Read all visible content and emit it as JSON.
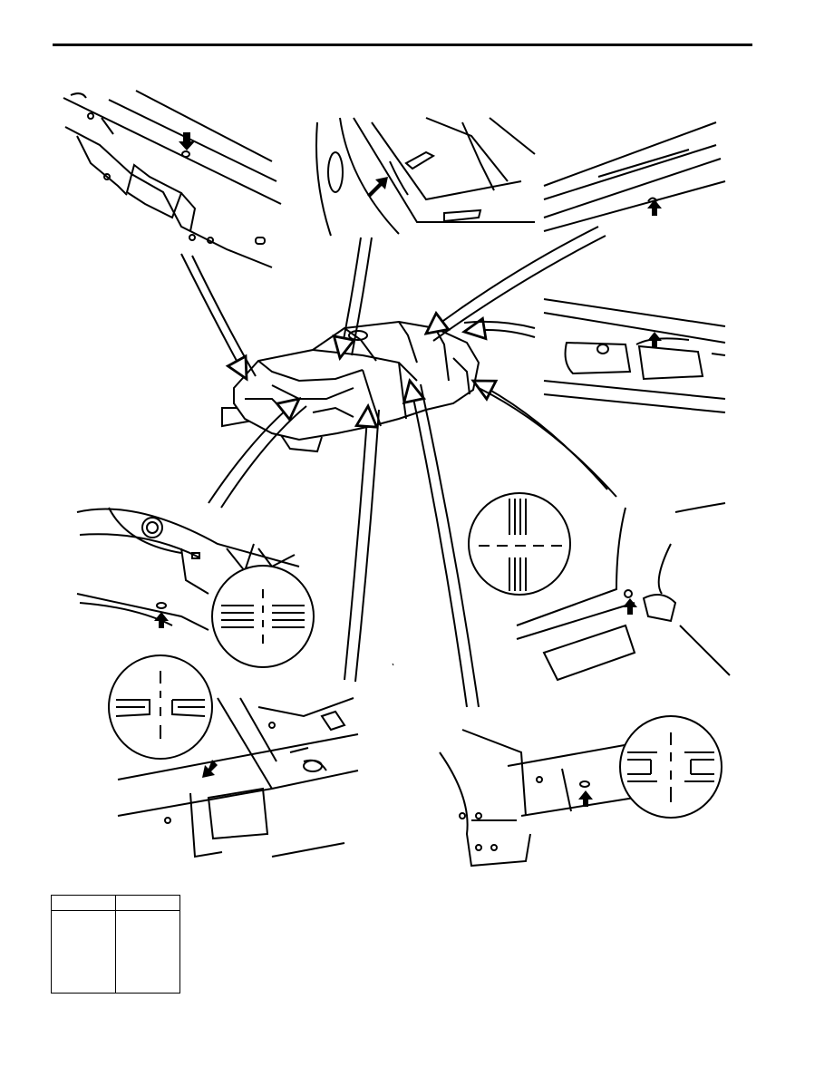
{
  "diagram": {
    "views": [
      {
        "id": "engine-compartment-front",
        "arrow": "down"
      },
      {
        "id": "windshield-pillar",
        "arrow": "diagonal"
      },
      {
        "id": "roof-side-rail",
        "arrow": "up"
      },
      {
        "id": "rear-quarter-upper",
        "arrow": "up"
      },
      {
        "id": "front-apron",
        "arrow": "up",
        "symbol": "horizontal-bars"
      },
      {
        "id": "rear-wheelhouse",
        "arrow": "up",
        "symbol": "vertical-bars"
      },
      {
        "id": "cowl-dash-panel",
        "arrow": "down",
        "symbol": "split-bars"
      },
      {
        "id": "rocker-center-pillar",
        "arrow": "up",
        "symbol": "stepped-bars"
      }
    ],
    "colors": {
      "line": "#000000",
      "background": "#ffffff"
    }
  },
  "legend_table": {
    "columns": [
      "",
      ""
    ],
    "rows": [
      [
        "",
        ""
      ]
    ]
  }
}
